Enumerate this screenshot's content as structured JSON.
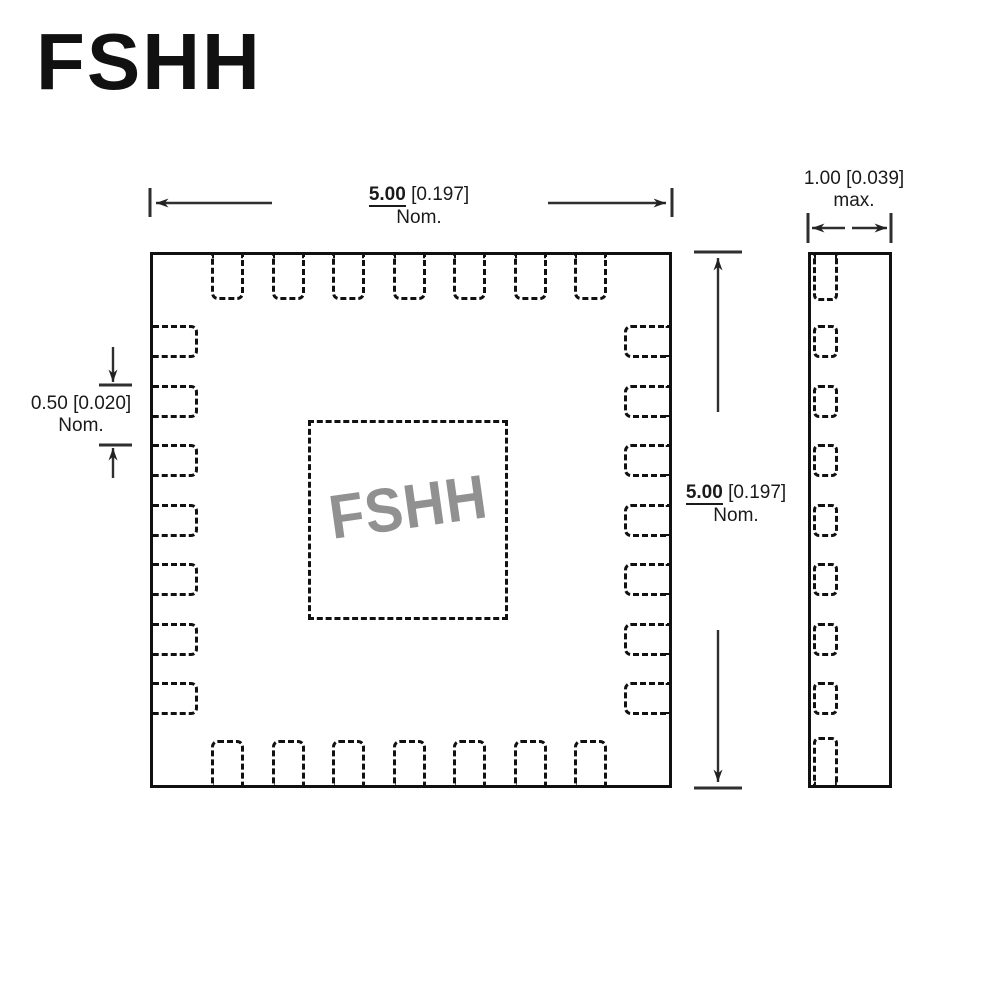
{
  "logo": {
    "text": "FSHH"
  },
  "diagram": {
    "watermark": {
      "text": "FSHH",
      "color": "#919191"
    },
    "colors": {
      "line": "#111111",
      "dim_line": "#2f2f2f",
      "text": "#1a1a1a",
      "background": "#ffffff"
    },
    "package": {
      "pads_top": 7,
      "pads_bottom": 7,
      "pads_left": 7,
      "pads_right": 7,
      "side_view_pads": 9,
      "total_pads": 28
    },
    "dim_width": {
      "mm": "5.00",
      "inch": "[0.197]",
      "qualifier": "Nom."
    },
    "dim_height": {
      "mm": "5.00",
      "inch": "[0.197]",
      "qualifier": "Nom."
    },
    "dim_pitch": {
      "mm": "0.50",
      "inch": "[0.020]",
      "qualifier": "Nom."
    },
    "dim_thickness": {
      "mm": "1.00",
      "inch": "[0.039]",
      "qualifier": "max."
    }
  }
}
